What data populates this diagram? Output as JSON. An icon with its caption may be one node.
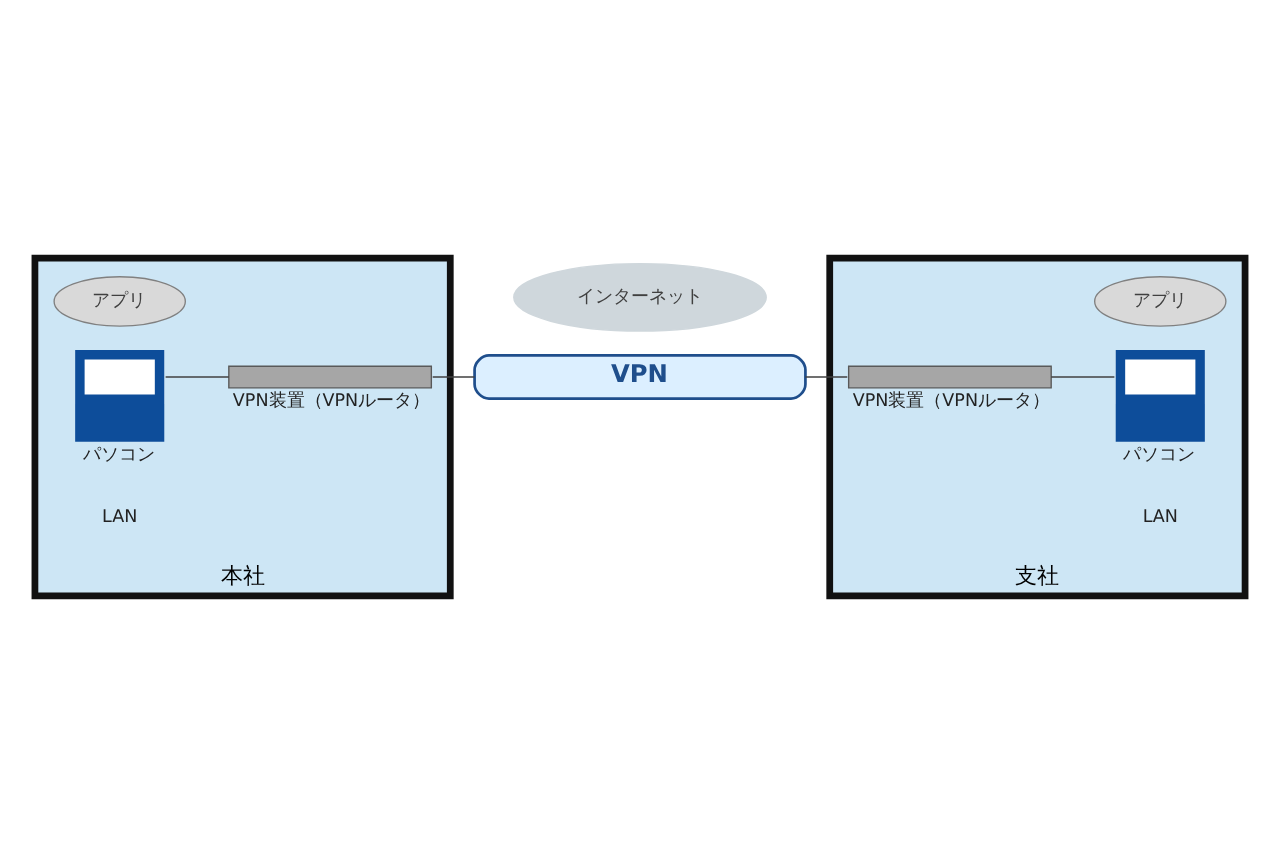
{
  "diagram": {
    "nodes": [
      {
        "text": [
          "本社"
        ]
      },
      {
        "text": [
          "アプリ"
        ],
        "in": 0
      },
      {
        "text": [],
        "shape": "picture",
        "beside": [
          "パソコン"
        ],
        "in": 0
      },
      {
        "text": [],
        "shape": "bar",
        "beside": [
          "VPN装置（VPNルータ）"
        ],
        "in": 0
      },
      {
        "text": [
          "インターネット"
        ]
      },
      {
        "text": [
          "VPN"
        ]
      },
      {
        "text": [
          "支社"
        ]
      },
      {
        "text": [
          "アプリ"
        ],
        "in": 6
      },
      {
        "text": [],
        "shape": "bar",
        "beside": [
          "VPN装置（VPNルータ）"
        ],
        "in": 6
      },
      {
        "text": [],
        "shape": "picture",
        "beside": [
          "パソコン"
        ],
        "in": 6
      }
    ],
    "edges": [
      {
        "from": 2,
        "to": 3,
        "arrow": "none"
      },
      {
        "from": 3,
        "to": 5,
        "arrow": "none"
      },
      {
        "from": 5,
        "to": 8,
        "arrow": "none"
      },
      {
        "from": 8,
        "to": 9,
        "arrow": "none"
      }
    ],
    "labels": [
      "LAN",
      "LAN"
    ]
  }
}
